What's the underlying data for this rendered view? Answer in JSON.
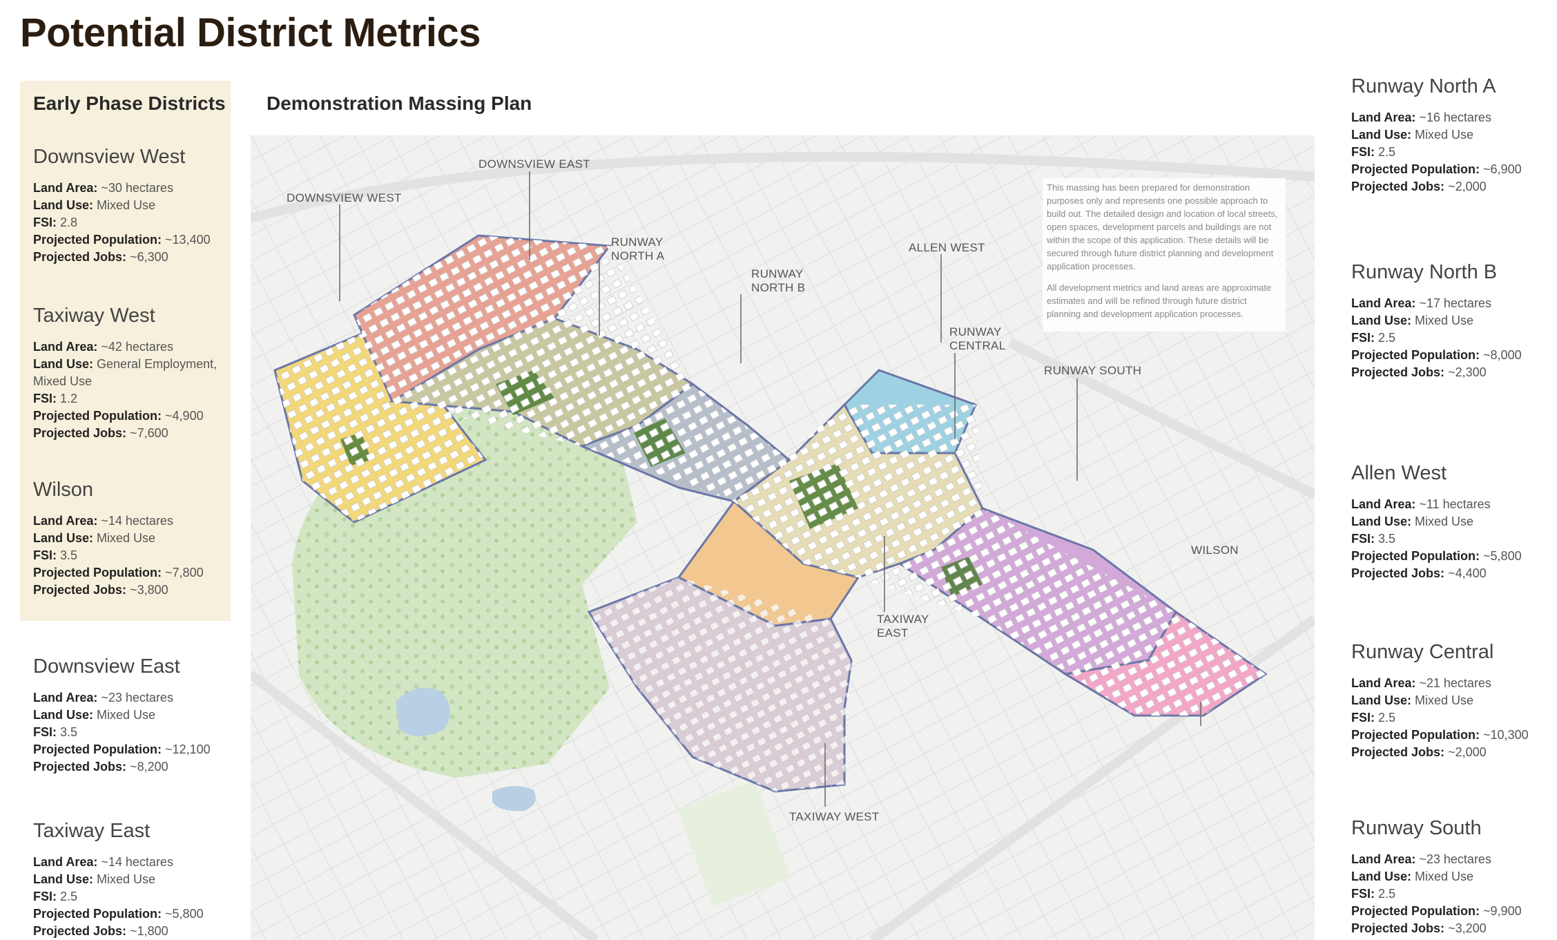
{
  "page_title": "Potential District Metrics",
  "panel_heading": "Early Phase Districts",
  "map_heading": "Demonstration Massing Plan",
  "field_labels": {
    "land_area": "Land Area:",
    "land_use": "Land Use:",
    "fsi": "FSI:",
    "population": "Projected Population:",
    "jobs": "Projected Jobs:"
  },
  "districts_left": [
    {
      "name": "Downsview West",
      "land_area": "~30 hectares",
      "land_use": "Mixed Use",
      "fsi": "2.8",
      "population": "~13,400",
      "jobs": "~6,300"
    },
    {
      "name": "Taxiway West",
      "land_area": "~42 hectares",
      "land_use": "General Employment, Mixed Use",
      "fsi": "1.2",
      "population": "~4,900",
      "jobs": "~7,600"
    },
    {
      "name": "Wilson",
      "land_area": "~14 hectares",
      "land_use": "Mixed Use",
      "fsi": "3.5",
      "population": "~7,800",
      "jobs": "~3,800"
    },
    {
      "name": "Downsview East",
      "land_area": "~23 hectares",
      "land_use": "Mixed Use",
      "fsi": "3.5",
      "population": "~12,100",
      "jobs": "~8,200"
    },
    {
      "name": "Taxiway East",
      "land_area": "~14 hectares",
      "land_use": "Mixed Use",
      "fsi": "2.5",
      "population": "~5,800",
      "jobs": "~1,800"
    }
  ],
  "districts_right": [
    {
      "name": "Runway North A",
      "land_area": "~16 hectares",
      "land_use": "Mixed Use",
      "fsi": "2.5",
      "population": "~6,900",
      "jobs": "~2,000"
    },
    {
      "name": "Runway North B",
      "land_area": "~17 hectares",
      "land_use": "Mixed Use",
      "fsi": "2.5",
      "population": "~8,000",
      "jobs": "~2,300"
    },
    {
      "name": "Allen West",
      "land_area": "~11 hectares",
      "land_use": "Mixed Use",
      "fsi": "3.5",
      "population": "~5,800",
      "jobs": "~4,400"
    },
    {
      "name": "Runway Central",
      "land_area": "~21 hectares",
      "land_use": "Mixed Use",
      "fsi": "2.5",
      "population": "~10,300",
      "jobs": "~2,000"
    },
    {
      "name": "Runway South",
      "land_area": "~23 hectares",
      "land_use": "Mixed Use",
      "fsi": "2.5",
      "population": "~9,900",
      "jobs": "~3,200"
    }
  ],
  "map_labels": {
    "downsview_east": "DOWNSVIEW EAST",
    "downsview_west": "DOWNSVIEW WEST",
    "runway_north_a_1": "RUNWAY",
    "runway_north_a_2": "NORTH A",
    "runway_north_b_1": "RUNWAY",
    "runway_north_b_2": "NORTH B",
    "allen_west": "ALLEN WEST",
    "runway_central_1": "RUNWAY",
    "runway_central_2": "CENTRAL",
    "runway_south": "RUNWAY SOUTH",
    "taxiway_east_1": "TAXIWAY",
    "taxiway_east_2": "EAST",
    "wilson": "WILSON",
    "taxiway_west": "TAXIWAY WEST"
  },
  "disclaimer": {
    "paragraph_1": "This massing has been prepared for demonstration purposes only and represents one possible approach to build out. The detailed design and location of local streets, open spaces, development parcels and buildings are not within the scope of this application. These details will be secured through future district planning and development application processes.",
    "paragraph_2": "All development metrics and land areas are approximate estimates and will be refined through future district planning and development application processes."
  },
  "colors": {
    "title": "#2b1d10",
    "panel_bg": "#f7f0dc",
    "park_green": "#cfe3bf",
    "water": "#b9cfe4",
    "downsview_west_zone": "#f3d878",
    "downsview_east_zone": "#e8a293",
    "taxiway_west_zone": "#d9ccd4",
    "allen_west_zone": "#9ed2e3",
    "runway_south_zone": "#d2a9d8",
    "wilson_zone": "#f4a6c8",
    "green_space": "#4f7f35",
    "district_outline": "#6a76a8"
  }
}
